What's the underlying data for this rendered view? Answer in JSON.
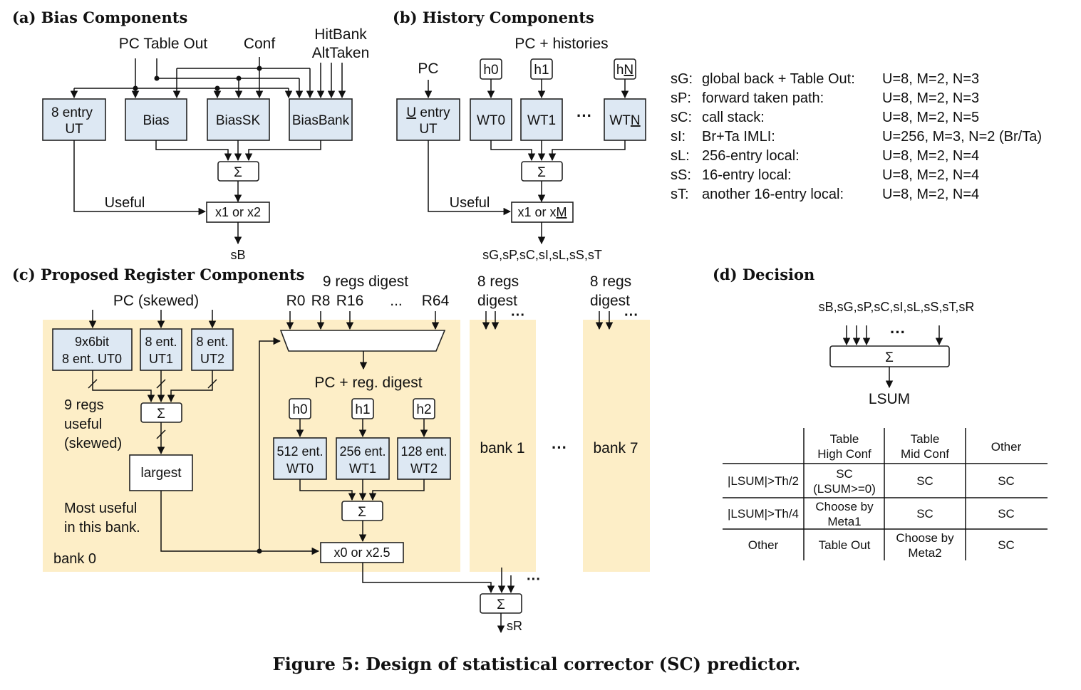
{
  "caption": "Figure 5: Design of statistical corrector (SC) predictor.",
  "bias": {
    "title": "(a) Bias Components",
    "in_pc_table": "PC Table Out",
    "in_conf": "Conf",
    "in_hitbank": "HitBank",
    "in_alttaken": "AltTaken",
    "ut_l1": "8 entry",
    "ut_l2": "UT",
    "t_bias": "Bias",
    "t_biassk": "BiasSK",
    "t_biasbank": "BiasBank",
    "sigma": "Σ",
    "useful": "Useful",
    "mult": "x1 or x2",
    "out": "sB"
  },
  "history": {
    "title": "(b) History Components",
    "in_pc": "PC",
    "in_pch": "PC + histories",
    "h0": "h0",
    "h1": "h1",
    "hN_h": "h",
    "hN_n": "N",
    "ut_u": "U",
    "ut_l1": " entry",
    "ut_l2": "UT",
    "wt0": "WT0",
    "wt1": "WT1",
    "wtn_a": "WT",
    "wtn_n": "N",
    "dots": "···",
    "sigma": "Σ",
    "useful": "Useful",
    "mult_a": "x1 or x",
    "mult_m": "M",
    "out": "sG,sP,sC,sI,sL,sS,sT"
  },
  "params": [
    {
      "key": "sG:",
      "desc": "global back + Table Out:",
      "val": "U=8, M=2, N=3"
    },
    {
      "key": "sP:",
      "desc": "forward taken path:",
      "val": "U=8, M=2, N=3"
    },
    {
      "key": "sC:",
      "desc": "call stack:",
      "val": "U=8, M=2, N=5"
    },
    {
      "key": "sI:",
      "desc": "Br+Ta IMLI:",
      "val": "U=256, M=3, N=2 (Br/Ta)"
    },
    {
      "key": "sL:",
      "desc": "256-entry local:",
      "val": "U=8, M=2, N=4"
    },
    {
      "key": "sS:",
      "desc": "16-entry local:",
      "val": "U=8, M=2, N=4"
    },
    {
      "key": "sT:",
      "desc": "another 16-entry local:",
      "val": "U=8, M=2, N=4"
    }
  ],
  "register": {
    "title": "(c) Proposed Register Components",
    "title_color": "#c0622a",
    "pc_skewed": "PC (skewed)",
    "ut0_l1": "9x6bit",
    "ut0_l2": "8 ent. UT0",
    "ut1_l1": "8 ent.",
    "ut1_l2": "UT1",
    "ut2_l1": "8 ent.",
    "ut2_l2": "UT2",
    "sigma": "Σ",
    "regs_useful_1": "9 regs",
    "regs_useful_2": "useful",
    "regs_useful_3": "(skewed)",
    "largest": "largest",
    "most_useful_1": "Most useful",
    "most_useful_2": "in this bank.",
    "bank0": "bank 0",
    "digest": "9 regs digest",
    "r0": "R0",
    "r8": "R8",
    "r16": "R16",
    "rdots": "...",
    "r64": "R64",
    "pc_reg": "PC + reg. digest",
    "h0": "h0",
    "h1": "h1",
    "h2": "h2",
    "wt0_l1": "512 ent.",
    "wt0_l2": "WT0",
    "wt1_l1": "256 ent.",
    "wt1_l2": "WT1",
    "wt2_l1": "128 ent.",
    "wt2_l2": "WT2",
    "mult": "x0 or x2.5",
    "bank1_l1": "8 regs",
    "bank1_l2": "digest",
    "bank1": "bank 1",
    "bank7_l1": "8 regs",
    "bank7_l2": "digest",
    "bank7": "bank 7",
    "dots": "···",
    "out": "sR"
  },
  "decision": {
    "title": "(d) Decision",
    "inputs": "sB,sG,sP,sC,sI,sL,sS,sT,sR",
    "sigma": "Σ",
    "dots": "···",
    "out": "LSUM",
    "table": {
      "headers": [
        [
          "Table",
          "High Conf"
        ],
        [
          "Table",
          "Mid Conf"
        ],
        [
          "Other"
        ]
      ],
      "rows": [
        {
          "label": "|LSUM|>Th/2",
          "cells": [
            [
              "SC",
              "(LSUM>=0)"
            ],
            [
              "SC"
            ],
            [
              "SC"
            ]
          ]
        },
        {
          "label": "|LSUM|>Th/4",
          "cells": [
            [
              "Choose by",
              "Meta1"
            ],
            [
              "SC"
            ],
            [
              "SC"
            ]
          ]
        },
        {
          "label": "Other",
          "cells": [
            [
              "Table Out"
            ],
            [
              "Choose by",
              "Meta2"
            ],
            [
              "SC"
            ]
          ]
        }
      ]
    }
  }
}
